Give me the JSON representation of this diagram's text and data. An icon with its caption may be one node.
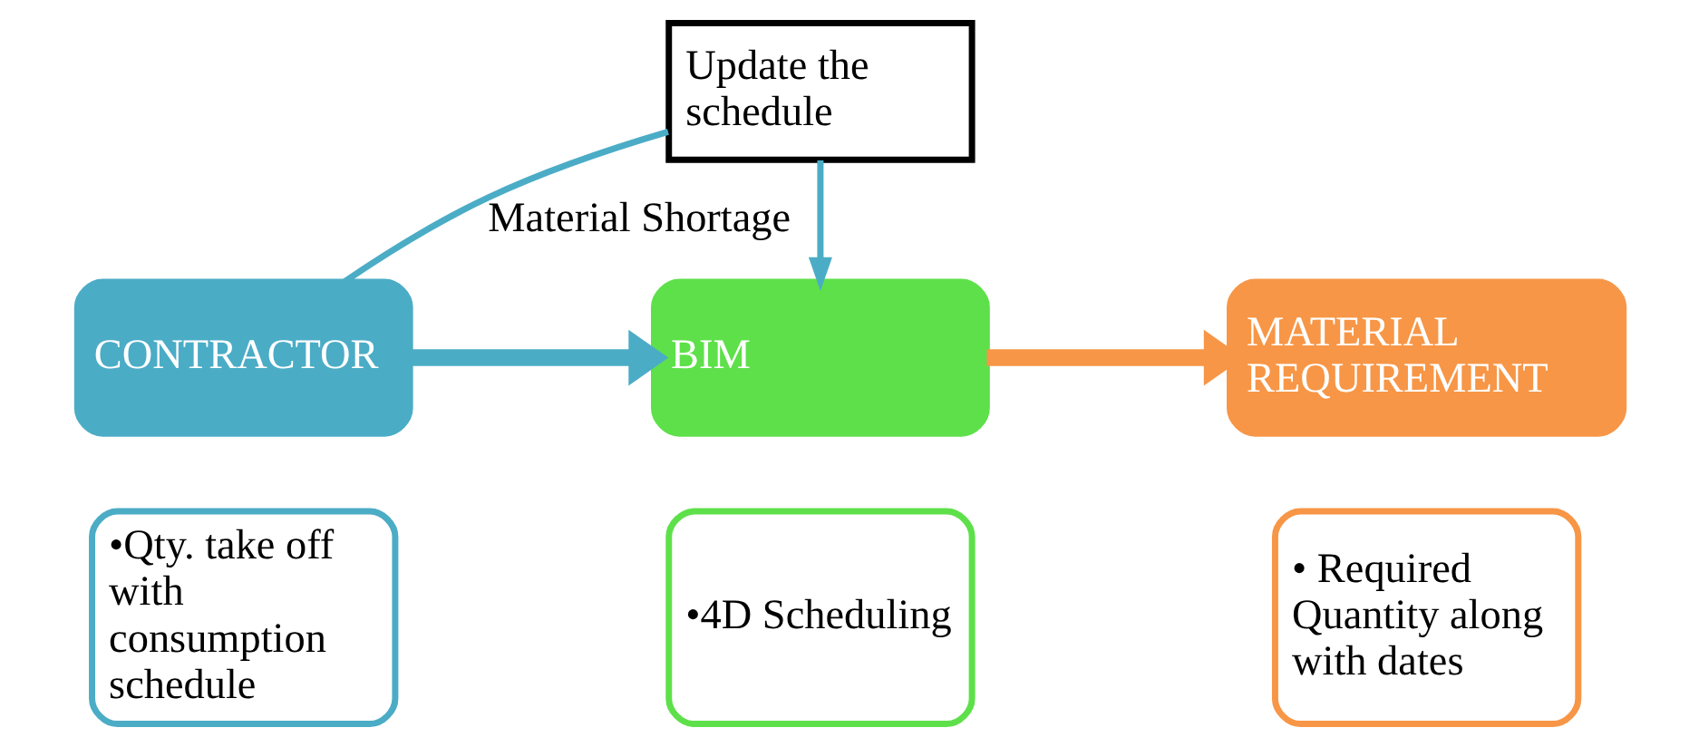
{
  "diagram": {
    "nodes": [
      {
        "text": [
          "CONTRACTOR"
        ]
      },
      {
        "text": [
          "•Qty. take off with consumption schedule"
        ]
      },
      {
        "text": [
          "BIM"
        ]
      },
      {
        "text": [
          "•4D Scheduling"
        ]
      },
      {
        "text": [
          "MATERIAL REQUIREMENT"
        ]
      },
      {
        "text": [
          "• Required Quantity along with dates"
        ]
      },
      {
        "text": [
          "Update the schedule"
        ]
      }
    ],
    "edges": [
      {
        "from": 0,
        "to": 2,
        "arrow": "to",
        "style": "thick",
        "color": "#4bacc6"
      },
      {
        "from": 2,
        "to": 4,
        "arrow": "to",
        "style": "thick",
        "color": "#f79646"
      },
      {
        "from": 0,
        "to": 6,
        "arrow": "none",
        "label": "Material Shortage",
        "color": "#4bacc6"
      },
      {
        "from": 6,
        "to": 2,
        "arrow": "to",
        "color": "#4bacc6"
      }
    ]
  }
}
